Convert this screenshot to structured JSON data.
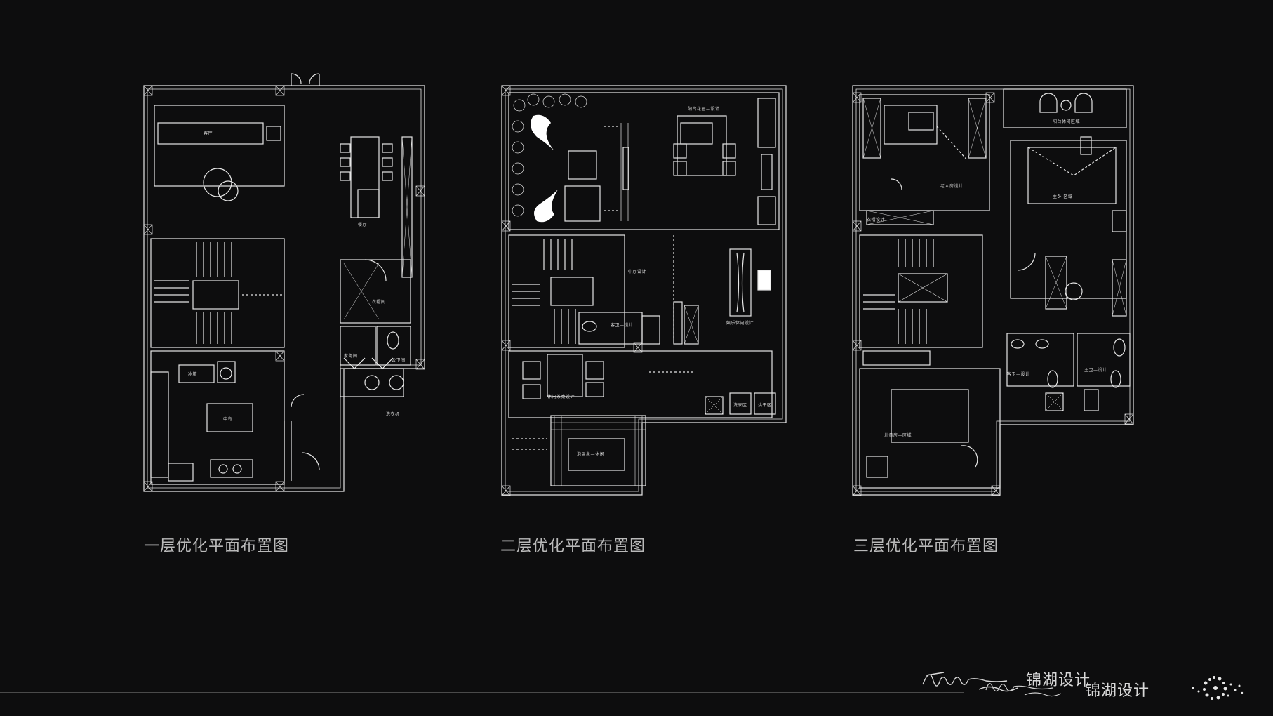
{
  "plans": [
    {
      "title": "一层优化平面布置图",
      "rooms": [
        "客厅",
        "餐厅",
        "衣帽间",
        "家务间",
        "公卫间",
        "冰箱",
        "中岛",
        "洗衣机"
      ]
    },
    {
      "title": "二层优化平面布置图",
      "rooms": [
        "阳台花园—设计",
        "中厅设计",
        "客卫—设计",
        "娱乐休闲设计",
        "休闲茶桌设计",
        "泡温泉—休闲",
        "洗衣区",
        "烘干区"
      ]
    },
    {
      "title": "三层优化平面布置图",
      "rooms": [
        "阳台休闲区域",
        "老人房设计",
        "主卧 区域",
        "衣帽设计",
        "儿童房—区域",
        "客卫—设计",
        "主卫—设计"
      ]
    }
  ],
  "brand": {
    "name_1": "锦湖设计",
    "name_2": "锦湖设计"
  },
  "colors": {
    "background": "#0d0d0e",
    "divider": "#b98e72",
    "lines": "#e6e6e6"
  }
}
